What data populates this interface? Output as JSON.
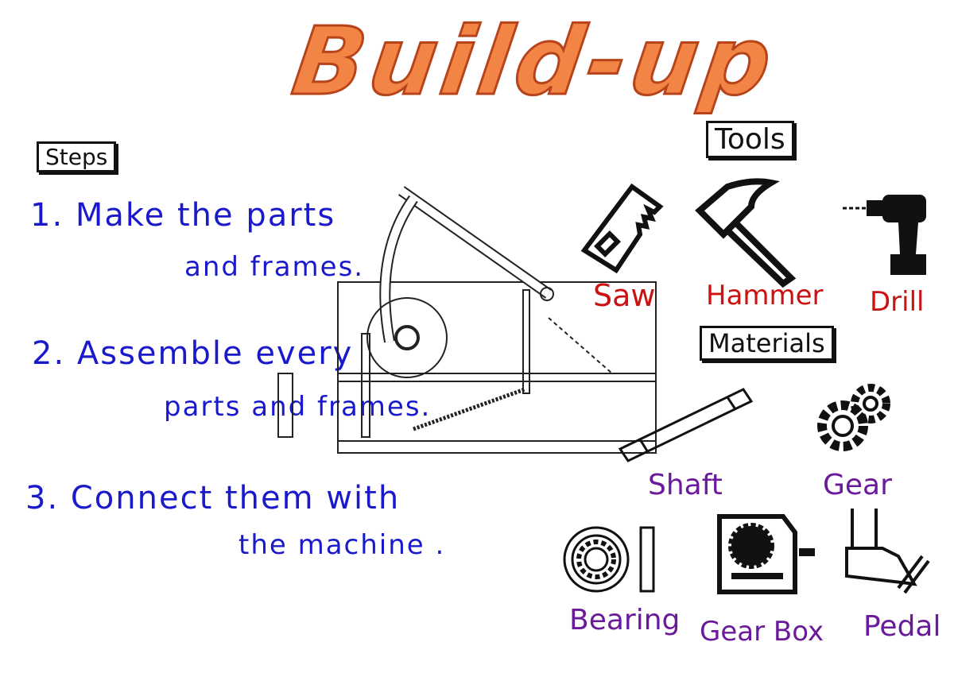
{
  "title": "Build-up",
  "steps": {
    "heading": "Steps",
    "items": [
      {
        "line1": "1. Make the parts",
        "line2": "and frames."
      },
      {
        "line1": "2. Assemble every",
        "line2": "parts and frames."
      },
      {
        "line1": "3. Connect them with",
        "line2": "the machine ."
      }
    ]
  },
  "tools": {
    "heading": "Tools",
    "items": [
      {
        "label": "Saw",
        "icon": "saw-icon"
      },
      {
        "label": "Hammer",
        "icon": "hammer-icon"
      },
      {
        "label": "Drill",
        "icon": "drill-icon"
      }
    ]
  },
  "materials": {
    "heading": "Materials",
    "items": [
      {
        "label": "Shaft",
        "icon": "shaft-icon"
      },
      {
        "label": "Gear",
        "icon": "gear-icon"
      },
      {
        "label": "Bearing",
        "icon": "bearing-icon"
      },
      {
        "label": "Gear Box",
        "icon": "gearbox-icon"
      },
      {
        "label": "Pedal",
        "icon": "pedal-icon"
      }
    ]
  },
  "colors": {
    "title": "#f28445",
    "steps": "#1a1acc",
    "tools": "#cc1111",
    "materials": "#6a1a9a"
  }
}
